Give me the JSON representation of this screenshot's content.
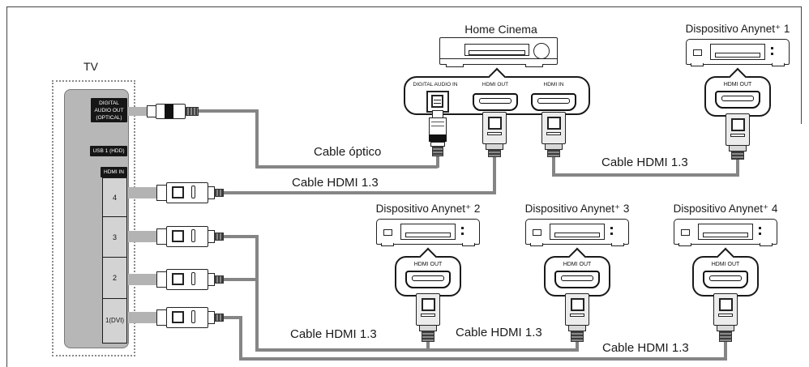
{
  "tv": {
    "title": "TV",
    "optical_label_lines": [
      "DIGITAL",
      "AUDIO OUT",
      "(OPTICAL)"
    ],
    "usb_label": "USB 1 (HDD)",
    "hdmi_header": "HDMI IN",
    "hdmi_ports": [
      "4",
      "3",
      "2",
      "1(DVI)"
    ]
  },
  "home_cinema": {
    "title": "Home Cinema",
    "port_labels": [
      "DIGITAL AUDIO IN",
      "HDMI OUT",
      "HDMI IN"
    ]
  },
  "anynet_devices": [
    {
      "title": "Dispositivo Anynet⁺ 1",
      "port_label": "HDMI OUT"
    },
    {
      "title": "Dispositivo Anynet⁺ 2",
      "port_label": "HDMI OUT"
    },
    {
      "title": "Dispositivo Anynet⁺ 3",
      "port_label": "HDMI OUT"
    },
    {
      "title": "Dispositivo Anynet⁺ 4",
      "port_label": "HDMI OUT"
    }
  ],
  "cable_labels": [
    {
      "text": "Cable óptico"
    },
    {
      "text": "Cable HDMI 1.3"
    },
    {
      "text": "Cable HDMI 1.3"
    },
    {
      "text": "Cable HDMI 1.3"
    },
    {
      "text": "Cable HDMI 1.3"
    },
    {
      "text": "Cable HDMI 1.3"
    }
  ],
  "colors": {
    "cable": "#858585",
    "tv_panel": "#b7b7b7",
    "port_box": "#d3d3d3",
    "label_box": "#161616",
    "line": "#222222"
  }
}
